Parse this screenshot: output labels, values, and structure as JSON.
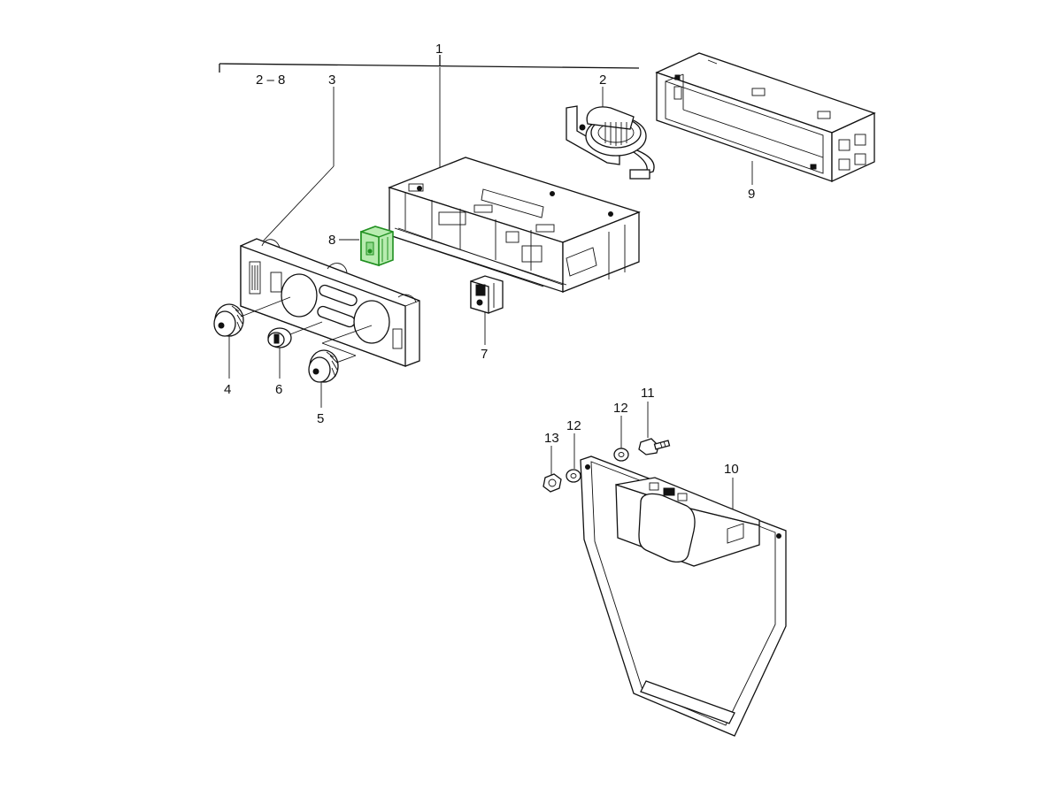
{
  "diagram": {
    "callouts": {
      "c1": "1",
      "c2_8": "2 – 8",
      "c2": "2",
      "c3": "3",
      "c4": "4",
      "c5": "5",
      "c6": "6",
      "c7": "7",
      "c8": "8",
      "c9": "9",
      "c10": "10",
      "c11": "11",
      "c12a": "12",
      "c12b": "12",
      "c13": "13"
    },
    "highlighted_part": "8",
    "colors": {
      "line": "#111111",
      "highlight_fill": "#b8ecb0",
      "highlight_stroke": "#1f8f1f",
      "background": "#ffffff"
    }
  }
}
